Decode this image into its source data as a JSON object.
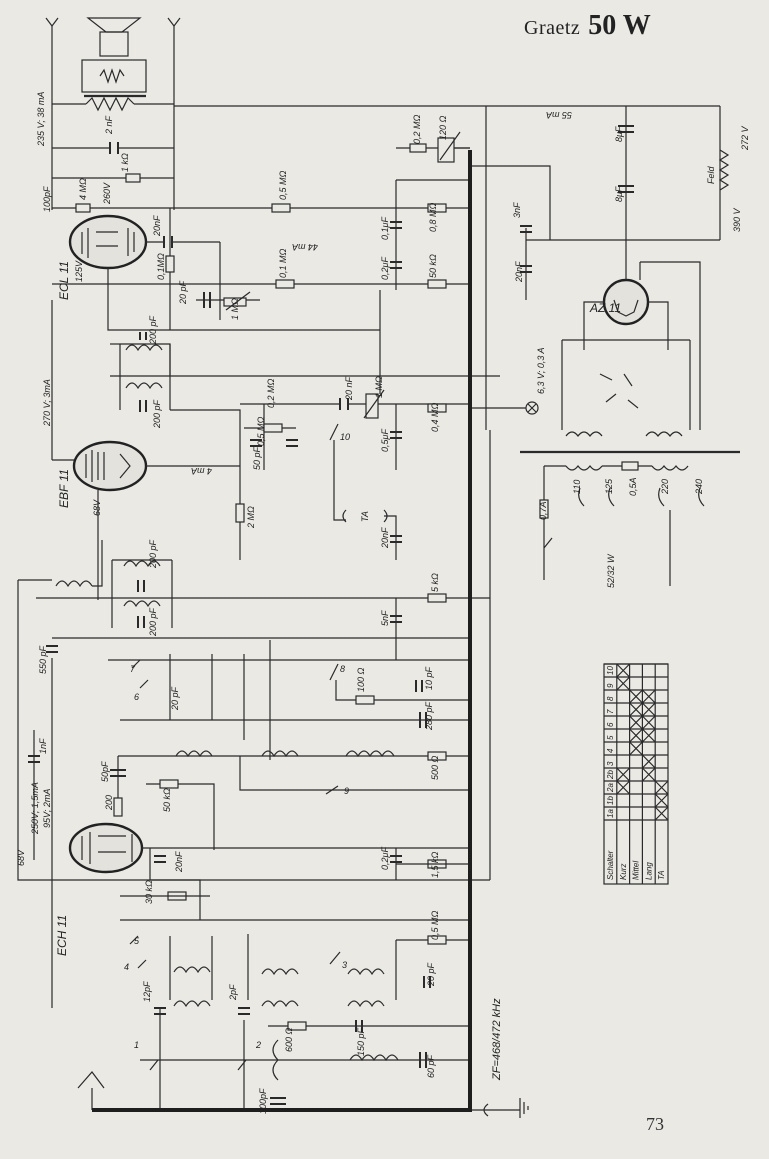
{
  "header": {
    "brand": "Graetz",
    "model": "50 W"
  },
  "page_number": "73",
  "tubes": [
    "ECL 11",
    "EBF 11",
    "ECH 11",
    "AZ 11"
  ],
  "labels": {
    "v235": "235 V; 38 mA",
    "c2nf": "2 nF",
    "r1k": "1 kΩ",
    "c100pf": "100pF",
    "r4m": "4 MΩ",
    "v260": "260V",
    "r05m": "0,5 MΩ",
    "c20nf": "20nF",
    "c01uf": "0,1μF",
    "r08m": "0,8 MΩ",
    "c3nf": "3nF",
    "v125": "125V",
    "r01m_a": "0,1MΩ",
    "r01m_b": "0,1 MΩ",
    "c02uf": "0,2μF",
    "r50k": "50 kΩ",
    "c20nf_b": "20nF",
    "mA44": "44 mA",
    "c20pf": "20 pF",
    "pot1m": "1 MΩ",
    "r02m": "0,2 MΩ",
    "pot120": "120 Ω",
    "c8uf_a": "8μF",
    "c8uf_b": "8μF",
    "ma55": "55 mA",
    "feld": "Feld",
    "v272": "272 V",
    "v390": "390 V",
    "c200pf_a": "200 pF",
    "v270": "270 V; 3mA",
    "c200pf_b": "200 pF",
    "r02m_b": "0,2 MΩ",
    "c20nf_c": "20 nF",
    "pot1m_b": "1 MΩ",
    "lamp": "6,3 V; 0,3 A",
    "r05m_b": "0,5 MΩ",
    "c50pf": "50 pF",
    "sw10": "10",
    "c05uf": "0,5μF",
    "r04m": "0,4 MΩ",
    "ma4": "4 mA",
    "r2m": "2 MΩ",
    "ta": "TA",
    "c20nf_d": "20nF",
    "v68": "68V",
    "fuse07": "0,7A",
    "fuse05": "0,5A",
    "t110": "110",
    "t125": "125",
    "t220": "220",
    "t240": "240",
    "power": "52/32 W",
    "c200pf_c": "200 pF",
    "c200pf_d": "200 pF",
    "r5k": "5 kΩ",
    "c5nf": "5nF",
    "c550pf": "550 pF",
    "sw7": "7",
    "sw6": "6",
    "sw8": "8",
    "c20pf_b": "20 pF",
    "r100": "100 Ω",
    "c10pf": "10 pF",
    "c1nf": "1nF",
    "c280pf": "280 pF",
    "v250": "250V; 1,5mA",
    "c50pf_b": "50pF",
    "r500": "500 Ω",
    "sw9": "9",
    "v95": "95V; 2mA",
    "r200": "200",
    "r50k_b": "50 kΩ",
    "v68b": "68V",
    "c20nf_e": "20nF",
    "c02uf_b": "0,2μF",
    "r15k": "1,5 kΩ",
    "r30k": "30 kΩ",
    "r05m_c": "0,5 MΩ",
    "sw5": "5",
    "sw4": "4",
    "sw3": "3",
    "c20pf_c": "20 pF",
    "c12pf": "12pF",
    "c2pf": "2pF",
    "r600": "600 Ω",
    "c150pf": "150 pF",
    "zf": "ZF=468/472 kHz",
    "c100pf_b": "100pF",
    "c60pf": "60 pF",
    "sw1": "1",
    "sw2": "2"
  },
  "switch_table": {
    "header": "Schalter",
    "columns": [
      "1a",
      "1b",
      "2a",
      "2b",
      "3",
      "4",
      "5",
      "6",
      "7",
      "8",
      "9",
      "10"
    ],
    "rows": [
      {
        "label": "Kurz",
        "marks": [
          false,
          false,
          false,
          false,
          false,
          false,
          false,
          false,
          false,
          false,
          false,
          false
        ]
      },
      {
        "label": "Mittel",
        "marks": [
          false,
          false,
          false,
          false,
          false,
          false,
          false,
          false,
          false,
          false,
          false,
          false
        ]
      },
      {
        "label": "Lang",
        "marks": [
          false,
          false,
          false,
          false,
          false,
          false,
          false,
          false,
          false,
          false,
          false,
          false
        ]
      },
      {
        "label": "TA",
        "marks": [
          false,
          false,
          false,
          false,
          false,
          false,
          false,
          false,
          false,
          false,
          false,
          false
        ]
      }
    ]
  }
}
